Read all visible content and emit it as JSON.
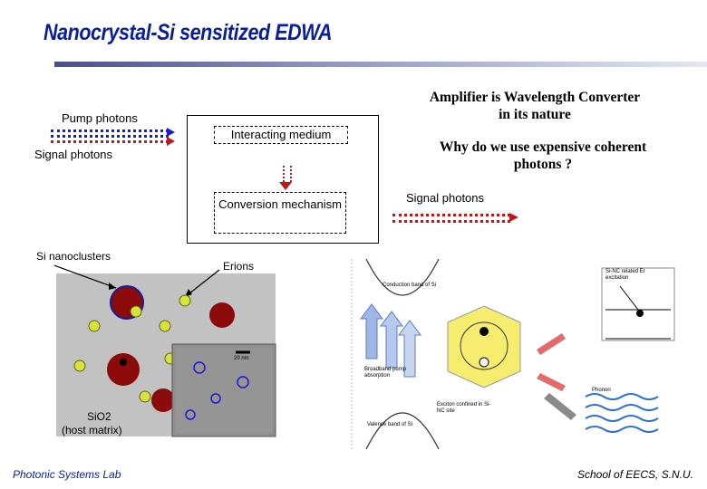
{
  "title": "Nanocrystal-Si sensitized EDWA",
  "left": {
    "pump_label": "Pump photons",
    "signal_label": "Signal photons",
    "medium_label": "Interacting medium",
    "conversion_label": "Conversion mechanism"
  },
  "right": {
    "converter_text": "Amplifier is Wavelength Converter in its nature",
    "question_text": "Why do we use expensive coherent photons ?",
    "signal_out_label": "Signal photons"
  },
  "figure": {
    "si_nanoclusters_label": "Si nanoclusters",
    "erions_label": "Erions",
    "sio2_label": "SiO2",
    "host_matrix_label": "(host matrix)",
    "scale_label": "20 nm",
    "conduction_band_label": "Conduction band of Si",
    "valence_band_label": "Valence band of Si",
    "broadband_label": "Broadband pump absorption",
    "exciton_label": "Exciton confined in Si-NC site",
    "sinc_label": "Si-NC related Er excitation",
    "phonon_label": "Phonon"
  },
  "footer": {
    "left_text": "Photonic Systems Lab",
    "right_text": "School of EECS, S.N.U."
  },
  "colors": {
    "title": "#0a1f9a",
    "pump_arrow": "#1a1ad0",
    "signal_arrow": "#c01818",
    "nanocluster": "#8b0a0a",
    "erion": "#d8e23a"
  }
}
